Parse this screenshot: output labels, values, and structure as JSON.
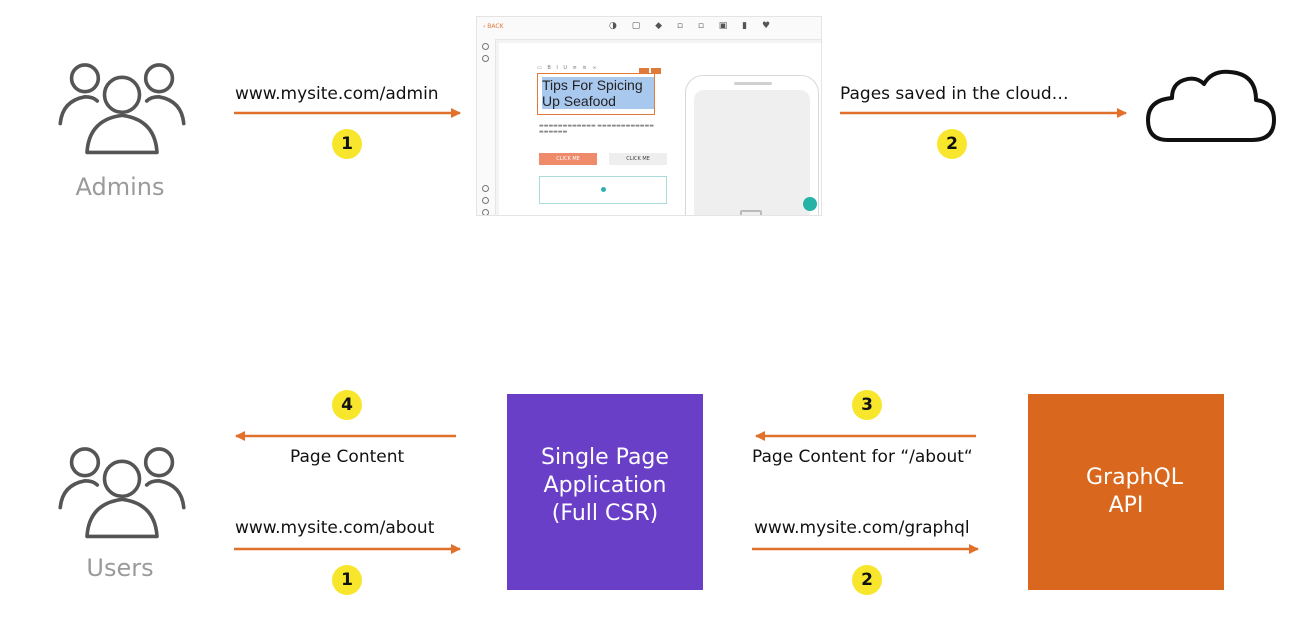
{
  "top_row": {
    "admins_label": "Admins",
    "admin_url": "www.mysite.com/admin",
    "step1": "1",
    "saved_text": "Pages saved in the cloud…",
    "step2": "2",
    "editor": {
      "heading": "Tips For Spicing Up Seafood",
      "click_button_1": "CLICK ME",
      "click_button_2": "CLICK ME"
    }
  },
  "bottom_row": {
    "users_label": "Users",
    "step4": "4",
    "page_content": "Page Content",
    "about_url": "www.mysite.com/about",
    "step1": "1",
    "spa_box": "Single Page Application (Full CSR)",
    "step3": "3",
    "page_content_about": "Page Content for “/about“",
    "graphql_url": "www.mysite.com/graphql",
    "step2": "2",
    "graphql_box": "GraphQL API"
  },
  "colors": {
    "arrow": "#e0702a",
    "badge": "#f7e62b",
    "spa_box": "#6a3fc8",
    "graphql_box": "#d9681e",
    "people_icon": "#555555"
  },
  "icons": {
    "admins": "people-group-icon",
    "users": "people-group-icon",
    "cloud": "cloud-icon"
  }
}
